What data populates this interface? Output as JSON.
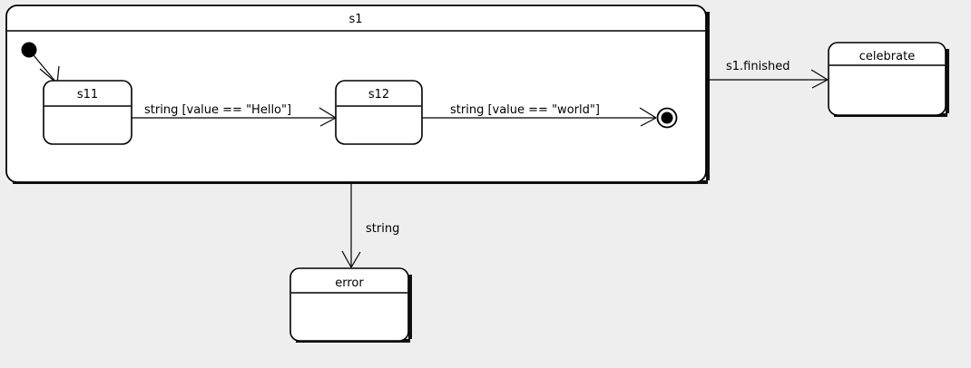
{
  "diagram": {
    "type": "uml-state-machine-diagram",
    "background_color": "#eeeeee",
    "line_color": "#000000",
    "fill_color": "#ffffff",
    "shadow_color": "#101010"
  },
  "composite_state": {
    "name": "s1",
    "title": "s1",
    "initial_pseudostate": "initial-state-dot",
    "final_pseudostate": "final-state-bullseye"
  },
  "states": [
    {
      "id": "s11",
      "label": "s11"
    },
    {
      "id": "s12",
      "label": "s12"
    },
    {
      "id": "celebrate",
      "label": "celebrate"
    },
    {
      "id": "error",
      "label": "error"
    }
  ],
  "transitions": [
    {
      "id": "t-initial-s11",
      "label": "",
      "from": "initial",
      "to": "s11"
    },
    {
      "id": "t-s11-s12",
      "label": "string [value == \"Hello\"]",
      "from": "s11",
      "to": "s12"
    },
    {
      "id": "t-s12-final",
      "label": "string [value == \"world\"]",
      "from": "s12",
      "to": "final"
    },
    {
      "id": "t-s1-celebrate",
      "label": "s1.finished",
      "from": "s1",
      "to": "celebrate"
    },
    {
      "id": "t-s1-error",
      "label": "string",
      "from": "s1",
      "to": "error"
    }
  ],
  "labels": {
    "composite_title": "s1",
    "s11": "s11",
    "s12": "s12",
    "celebrate": "celebrate",
    "error": "error",
    "hello_guard": "string [value == \"Hello\"]",
    "world_guard": "string [value == \"world\"]",
    "finished_event": "s1.finished",
    "string_event": "string"
  }
}
